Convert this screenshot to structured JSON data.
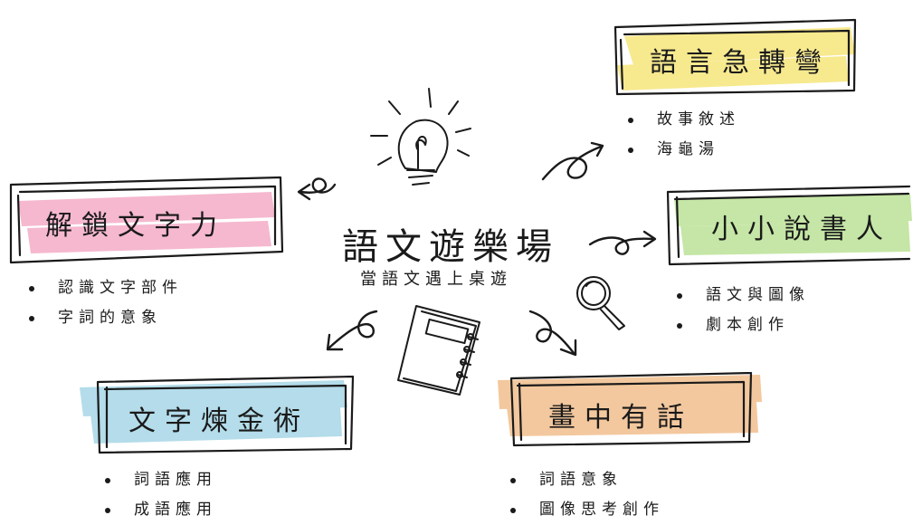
{
  "center": {
    "title": "語文遊樂場",
    "subtitle": "當語文遇上桌遊"
  },
  "nodes": {
    "top_right": {
      "title": "語言急轉彎",
      "items": [
        "故事敘述",
        "海龜湯"
      ],
      "color": "#f7e98e"
    },
    "left": {
      "title": "解鎖文字力",
      "items": [
        "認識文字部件",
        "字詞的意象"
      ],
      "color": "#f5b8cf"
    },
    "right": {
      "title": "小小說書人",
      "items": [
        "語文與圖像",
        "劇本創作"
      ],
      "color": "#c5e6a6"
    },
    "bottom_left": {
      "title": "文字煉金術",
      "items": [
        "詞語應用",
        "成語應用"
      ],
      "color": "#b4dcea"
    },
    "bottom_right": {
      "title": "畫中有話",
      "items": [
        "詞語意象",
        "圖像思考創作"
      ],
      "color": "#f3c89e"
    }
  },
  "icons": [
    "lightbulb-icon",
    "notebook-icon",
    "magnifier-icon"
  ]
}
